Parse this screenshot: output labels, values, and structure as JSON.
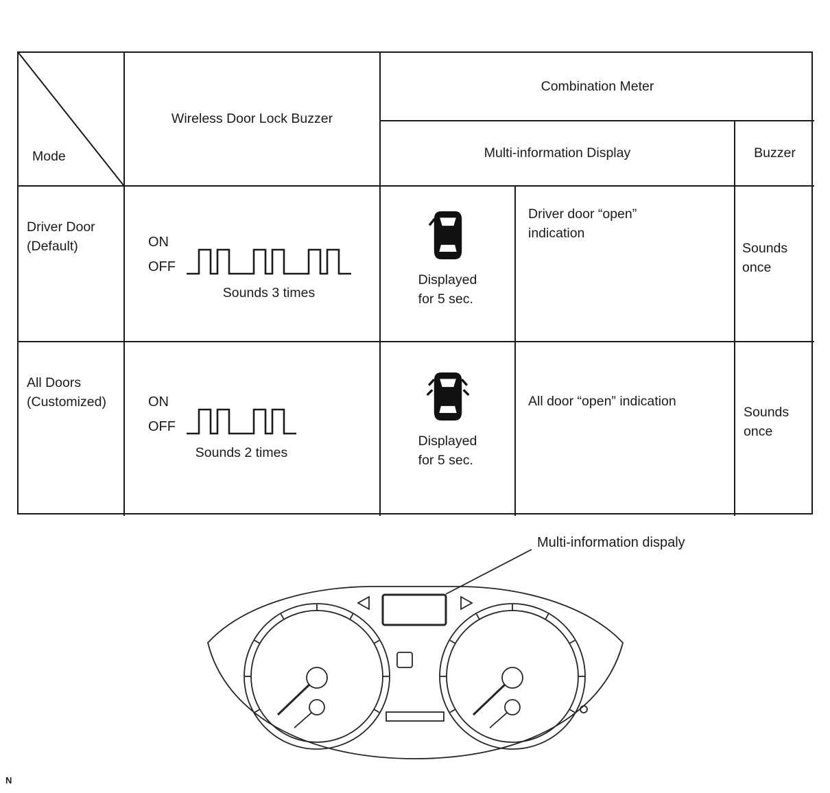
{
  "table": {
    "headers": {
      "mode": "Mode",
      "wireless_door_lock_buzzer": "Wireless Door Lock Buzzer",
      "combination_meter": "Combination Meter",
      "multi_information_display": "Multi-information Display",
      "buzzer": "Buzzer"
    },
    "rows": [
      {
        "mode_lines": [
          "Driver Door",
          "(Default)"
        ],
        "on_label": "ON",
        "off_label": "OFF",
        "pulse_groups": 3,
        "sounds_caption": "Sounds 3 times",
        "indicator_icon": "driver-door-open-indicator",
        "displayed_lines": [
          "Displayed",
          "for 5 sec."
        ],
        "indication_lines": [
          "Driver door “open”",
          "indication"
        ],
        "buzzer_lines": [
          "Sounds",
          "once"
        ]
      },
      {
        "mode_lines": [
          "All Doors",
          "(Customized)"
        ],
        "on_label": "ON",
        "off_label": "OFF",
        "pulse_groups": 2,
        "sounds_caption": "Sounds 2 times",
        "indicator_icon": "all-doors-open-indicator",
        "displayed_lines": [
          "Displayed",
          "for 5 sec."
        ],
        "indication_lines": [
          "All door “open” indication"
        ],
        "buzzer_lines": [
          "Sounds",
          "once"
        ]
      }
    ]
  },
  "diagram": {
    "label": "Multi-information dispaly"
  },
  "footer": {
    "page_marker": "N"
  },
  "colors": {
    "line": "#1a1a1a",
    "background": "#ffffff"
  }
}
